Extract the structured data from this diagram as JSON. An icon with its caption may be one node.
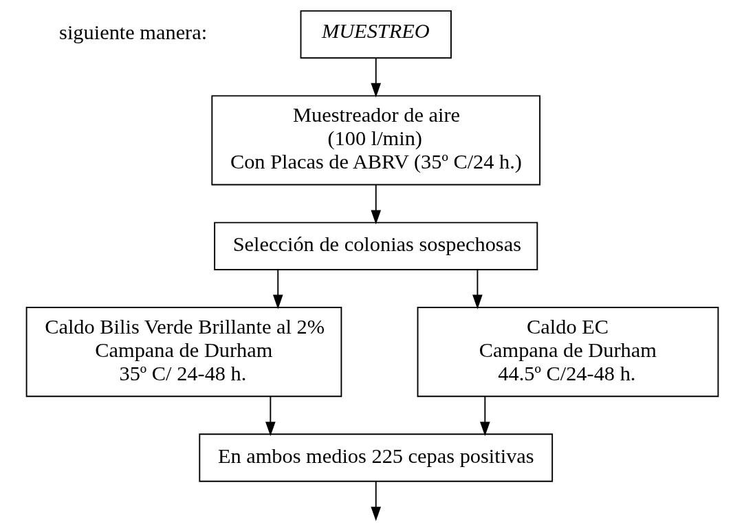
{
  "diagram": {
    "nodes": [
      {
        "text": [
          "MUESTREO"
        ]
      },
      {
        "text": [
          "Muestreador de aire",
          "(100 l/min)",
          "Con Placas de ABRV (35º C/24 h.)"
        ]
      },
      {
        "text": [
          "Selección de colonias sospechosas"
        ]
      },
      {
        "text": [
          "Caldo Bilis Verde Brillante al 2%",
          "Campana de Durham",
          "35º C/ 24-48 h."
        ]
      },
      {
        "text": [
          "Caldo EC",
          "Campana de Durham",
          "44.5º C/24-48 h."
        ]
      },
      {
        "text": [
          "En ambos medios 225 cepas positivas"
        ]
      }
    ],
    "edges": [
      {
        "from": 0,
        "to": 1,
        "arrow": "to"
      },
      {
        "from": 1,
        "to": 2,
        "arrow": "to"
      },
      {
        "from": 2,
        "to": 3,
        "arrow": "to"
      },
      {
        "from": 2,
        "to": 4,
        "arrow": "to"
      },
      {
        "from": 3,
        "to": 5,
        "arrow": "to"
      },
      {
        "from": 4,
        "to": 5,
        "arrow": "to"
      },
      {
        "from": 5,
        "to": null,
        "arrow": "to"
      }
    ],
    "labels": [
      "siguiente manera:"
    ]
  }
}
